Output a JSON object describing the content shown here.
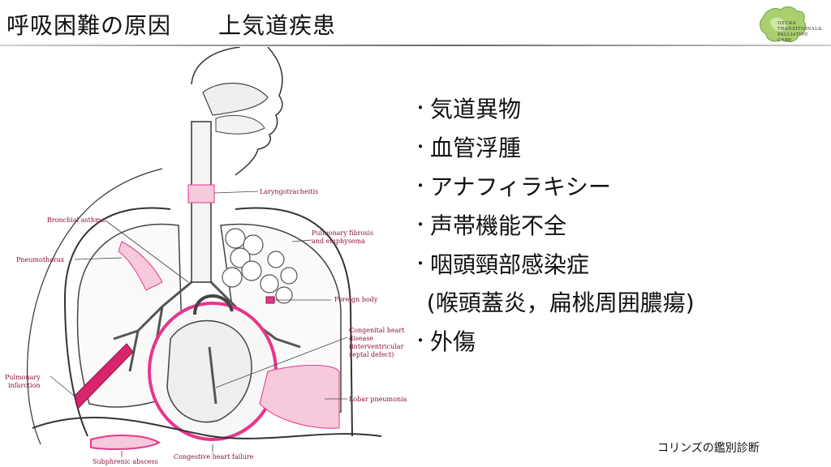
{
  "slide": {
    "title": "呼吸困難の原因　　上気道疾患",
    "logo_text": [
      "IIZUKA",
      "TRANSITIONAL&",
      "PALLIATIVE",
      "CARE"
    ],
    "bullet_symbol": "・",
    "bullets": [
      "気道異物",
      "血管浮腫",
      "アナフィラキシー",
      "声帯機能不全",
      "咽頭頸部感染症",
      "  (喉頭蓋炎，扁桃周囲膿瘍)",
      "外傷"
    ],
    "source_note": "コリンズの鑑別診断"
  },
  "diagram": {
    "labels": {
      "laryngotracheitis": "Laryngotracheitis",
      "bronchial_asthma": "Bronchial asthma",
      "pulmonary_fibrosis_1": "Pulmonary fibrosis",
      "pulmonary_fibrosis_2": "and emphysema",
      "pneumothorax": "Pneumothorax",
      "foreign_body": "Foreign body",
      "congenital_1": "Congenital heart",
      "congenital_2": "disease",
      "congenital_3": "(interventricular",
      "congenital_4": "septal defect)",
      "pulmonary_infarction_1": "Pulmonary",
      "pulmonary_infarction_2": "infarction",
      "lobar_pneumonia": "Lobar pneumonia",
      "subphrenic_abscess": "Subphrenic abscess",
      "congestive_heart_failure": "Congestive heart failure"
    }
  },
  "colors": {
    "label": "#8c1240",
    "highlight": "#e8358a",
    "pink_fill": "#f6c9dc",
    "outline": "#333333"
  }
}
